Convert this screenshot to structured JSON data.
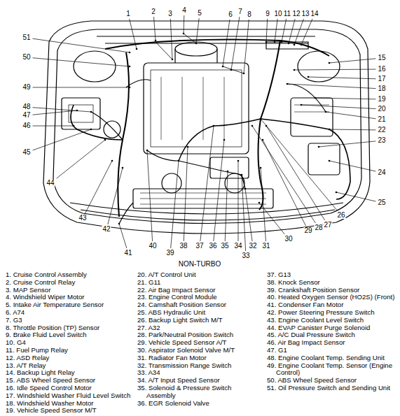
{
  "diagram": {
    "caption": "NON-TURBO",
    "labels": [
      "1",
      "2",
      "3",
      "4",
      "5",
      "6",
      "7",
      "8",
      "9",
      "10",
      "11",
      "12",
      "13",
      "14",
      "15",
      "16",
      "17",
      "18",
      "19",
      "20",
      "21",
      "22",
      "23",
      "24",
      "25",
      "26",
      "27",
      "28",
      "29",
      "30",
      "31",
      "32",
      "33",
      "34",
      "35",
      "36",
      "37",
      "38",
      "39",
      "40",
      "41",
      "42",
      "43",
      "44",
      "45",
      "46",
      "47",
      "48",
      "49",
      "50",
      "51",
      "1. Cruise Control Assembly",
      "2. Cruise Control Relay",
      "3. MAP Sensor",
      "4. Windshield Wiper Motor",
      "5. Intake Air Temperature Sensor",
      "6. A74",
      "7. G3",
      "8. Throttle Position (TP) Sensor",
      "9. Brake Fluid Level Switch",
      "10. G4",
      "11. Fuel Pump Relay",
      "12. ASD Relay",
      "13. A/T Relay",
      "14. Backup Light Relay",
      "15. ABS Wheel Speed Sensor",
      "16. Idle Speed Control Motor",
      "17. Windshield Washer Fluid Level Switch",
      "18. Windshield Washer Motor",
      "19. Vehicle Speed Sensor M/T",
      "20. A/T Control Unit",
      "21. G11",
      "22. Air Bag Impact Sensor",
      "23. Engine Control Module",
      "24. Camshaft Position Sensor",
      "25. ABS Hydraulic Unit",
      "26. Backup Light Switch M/T",
      "27. A32",
      "28. Park/Neutral Position Switch",
      "29. Vehicle Speed Sensor A/T",
      "30. Aspirator Solenoid Valve M/T",
      "31. Radiator Fan Motor",
      "32. Transmission Range Switch",
      "33. A34",
      "34. A/T Input Speed Sensor",
      "35. Solenoid & Pressure Switch Assembly",
      "36. EGR Solenoid Valve",
      "37. G13",
      "38. Knock Sensor",
      "39. Crankshaft Position Sensor",
      "40. Heated Oxygen Sensor (HO2S) (Front)",
      "41. Condenser Fan Motor",
      "42. Power Steering Pressure Switch",
      "43. Engine Coolant Level Switch",
      "44. EVAP Canister Purge Solenoid",
      "45. A/C Dual Pressure Switch",
      "46. Air Bag Impact Sensor",
      "47. G1",
      "48. Engine Coolant Temp. Sending Unit",
      "49. Engine Coolant Temp. Sensor (Engine Control)",
      "50. ABS Wheel Speed Sensor",
      "51. Oil Pressure Switch and Sending Unit"
    ]
  }
}
